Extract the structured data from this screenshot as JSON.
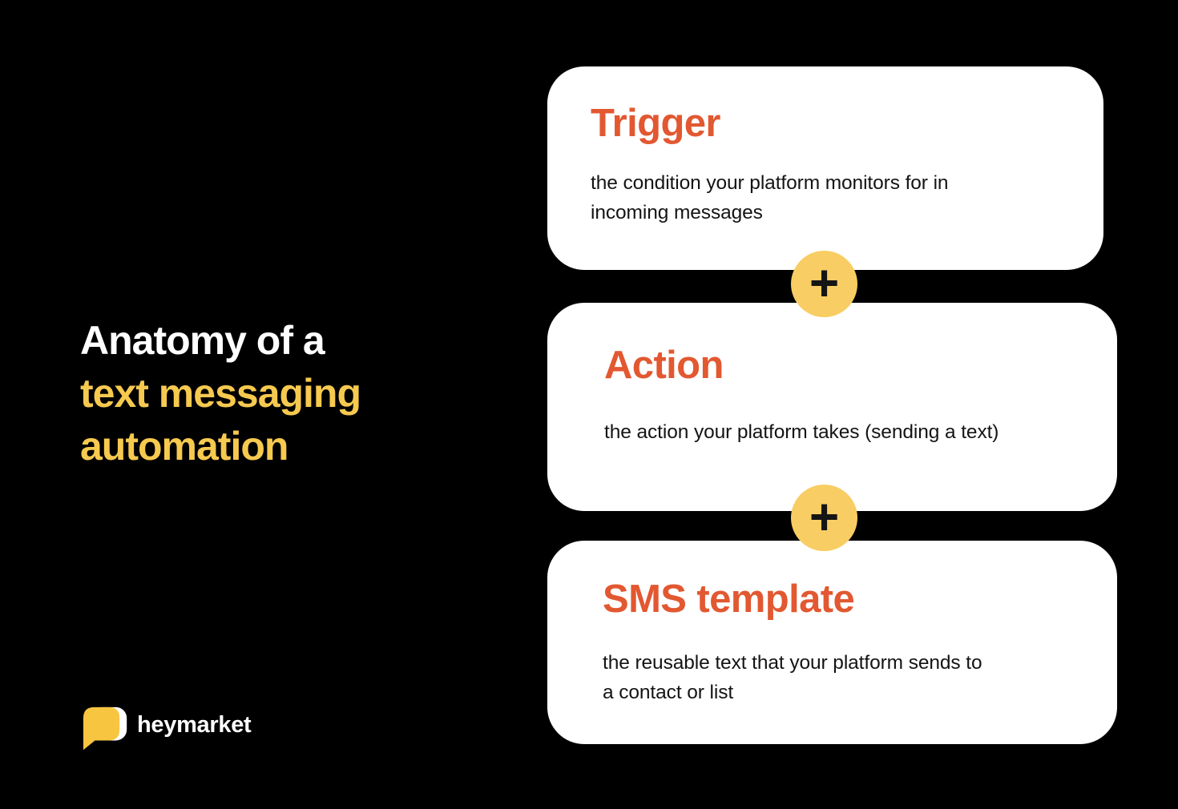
{
  "colors": {
    "background": "#000000",
    "card_background": "#ffffff",
    "heading_orange": "#e25831",
    "title_yellow": "#f6c94f",
    "connector_yellow": "#f8cd63",
    "logo_bubble_yellow": "#f7c540",
    "body_text": "#141414",
    "title_white": "#ffffff"
  },
  "title": {
    "line1": "Anatomy of a",
    "line2": "text messaging",
    "line3": "automation"
  },
  "cards": [
    {
      "heading": "Trigger",
      "description": "the condition your platform monitors for in\nincoming messages"
    },
    {
      "heading": "Action",
      "description": "the action your platform takes (sending a text)"
    },
    {
      "heading": "SMS template",
      "description": "the reusable text that your platform sends to\na contact or list"
    }
  ],
  "connectors": [
    {
      "symbol": "+"
    },
    {
      "symbol": "+"
    }
  ],
  "logo": {
    "brand": "heymarket",
    "icon": "speech-bubble-icon"
  }
}
